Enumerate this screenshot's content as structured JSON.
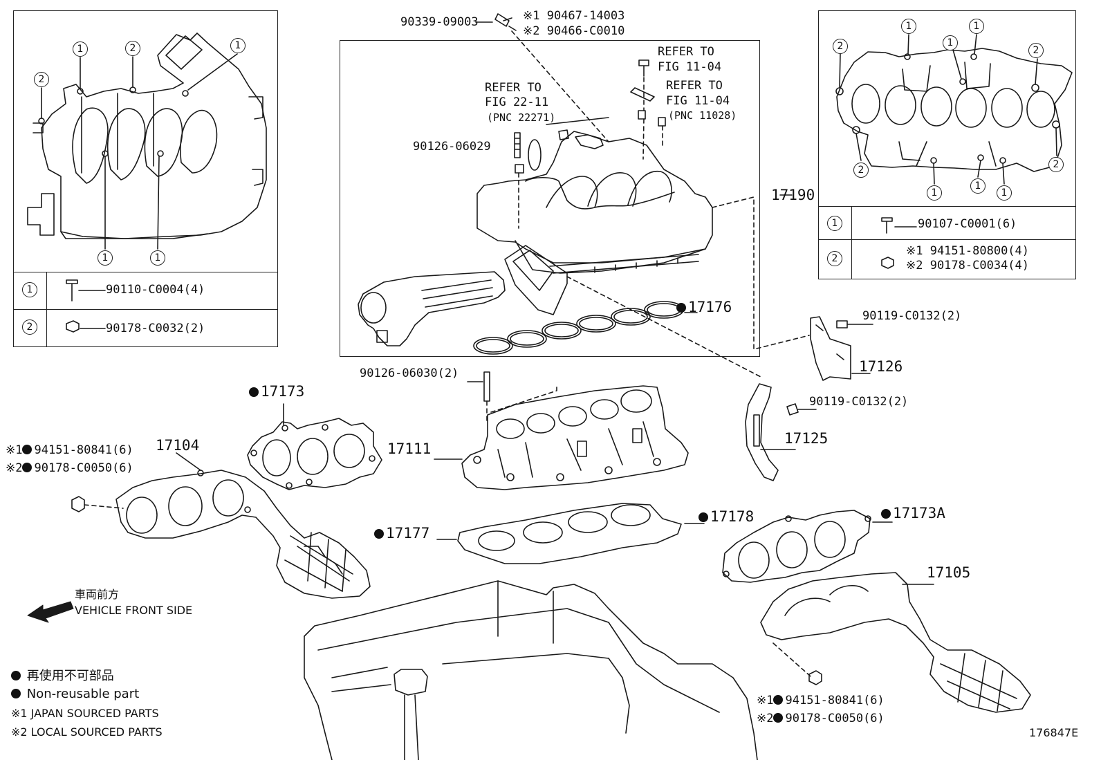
{
  "diagram_id": "176847E",
  "callouts": {
    "c1": "1",
    "c2": "2"
  },
  "inset_left": {
    "legend_rows": [
      {
        "marker": "1",
        "part": "90110-C0004(4)"
      },
      {
        "marker": "2",
        "part": "90178-C0032(2)"
      }
    ]
  },
  "inset_right": {
    "legend_rows": [
      {
        "marker": "1",
        "part": "90107-C0001(6)"
      },
      {
        "marker": "2",
        "part_jp": "※1 94151-80800(4)",
        "part_local": "※2 90178-C0034(4)"
      }
    ]
  },
  "top_bolt": {
    "left": "90339-09003",
    "jp": "※1 90467-14003",
    "local": "※2 90466-C0010"
  },
  "refer": {
    "a_l1": "REFER TO",
    "a_l2": "FIG 11-04",
    "b_l1": "REFER TO",
    "b_l2": "FIG 11-04",
    "b_pnc": "(PNC 11028)",
    "c_l1": "REFER TO",
    "c_l2": "FIG 22-11",
    "c_pnc": "(PNC 22271)"
  },
  "parts": {
    "p90126_06029": "90126-06029",
    "p17190": "17190",
    "p17176": "17176",
    "p90119_a": "90119-C0132(2)",
    "p17126": "17126",
    "p90126_06030": "90126-06030(2)",
    "p90119_b": "90119-C0132(2)",
    "p17125": "17125",
    "p17173": "17173",
    "p17111": "17111",
    "p17104": "17104",
    "nut_l_jp": "94151-80841(6)",
    "nut_l_local": "90178-C0050(6)",
    "nut_l_jp_mark": "※1",
    "nut_l_local_mark": "※2",
    "p17177": "17177",
    "p17178": "17178",
    "p17173A": "17173A",
    "p17105": "17105",
    "nut_r_jp": "94151-80841(6)",
    "nut_r_local": "90178-C0050(6)",
    "nut_r_jp_mark": "※1",
    "nut_r_local_mark": "※2"
  },
  "direction": {
    "jp": "車両前方",
    "en": "VEHICLE FRONT SIDE"
  },
  "legend": {
    "non_reusable_jp": "再使用不可部品",
    "non_reusable_en": "Non-reusable part",
    "jp_sourced": "※1 JAPAN SOURCED PARTS",
    "local_sourced": "※2 LOCAL SOURCED PARTS"
  }
}
